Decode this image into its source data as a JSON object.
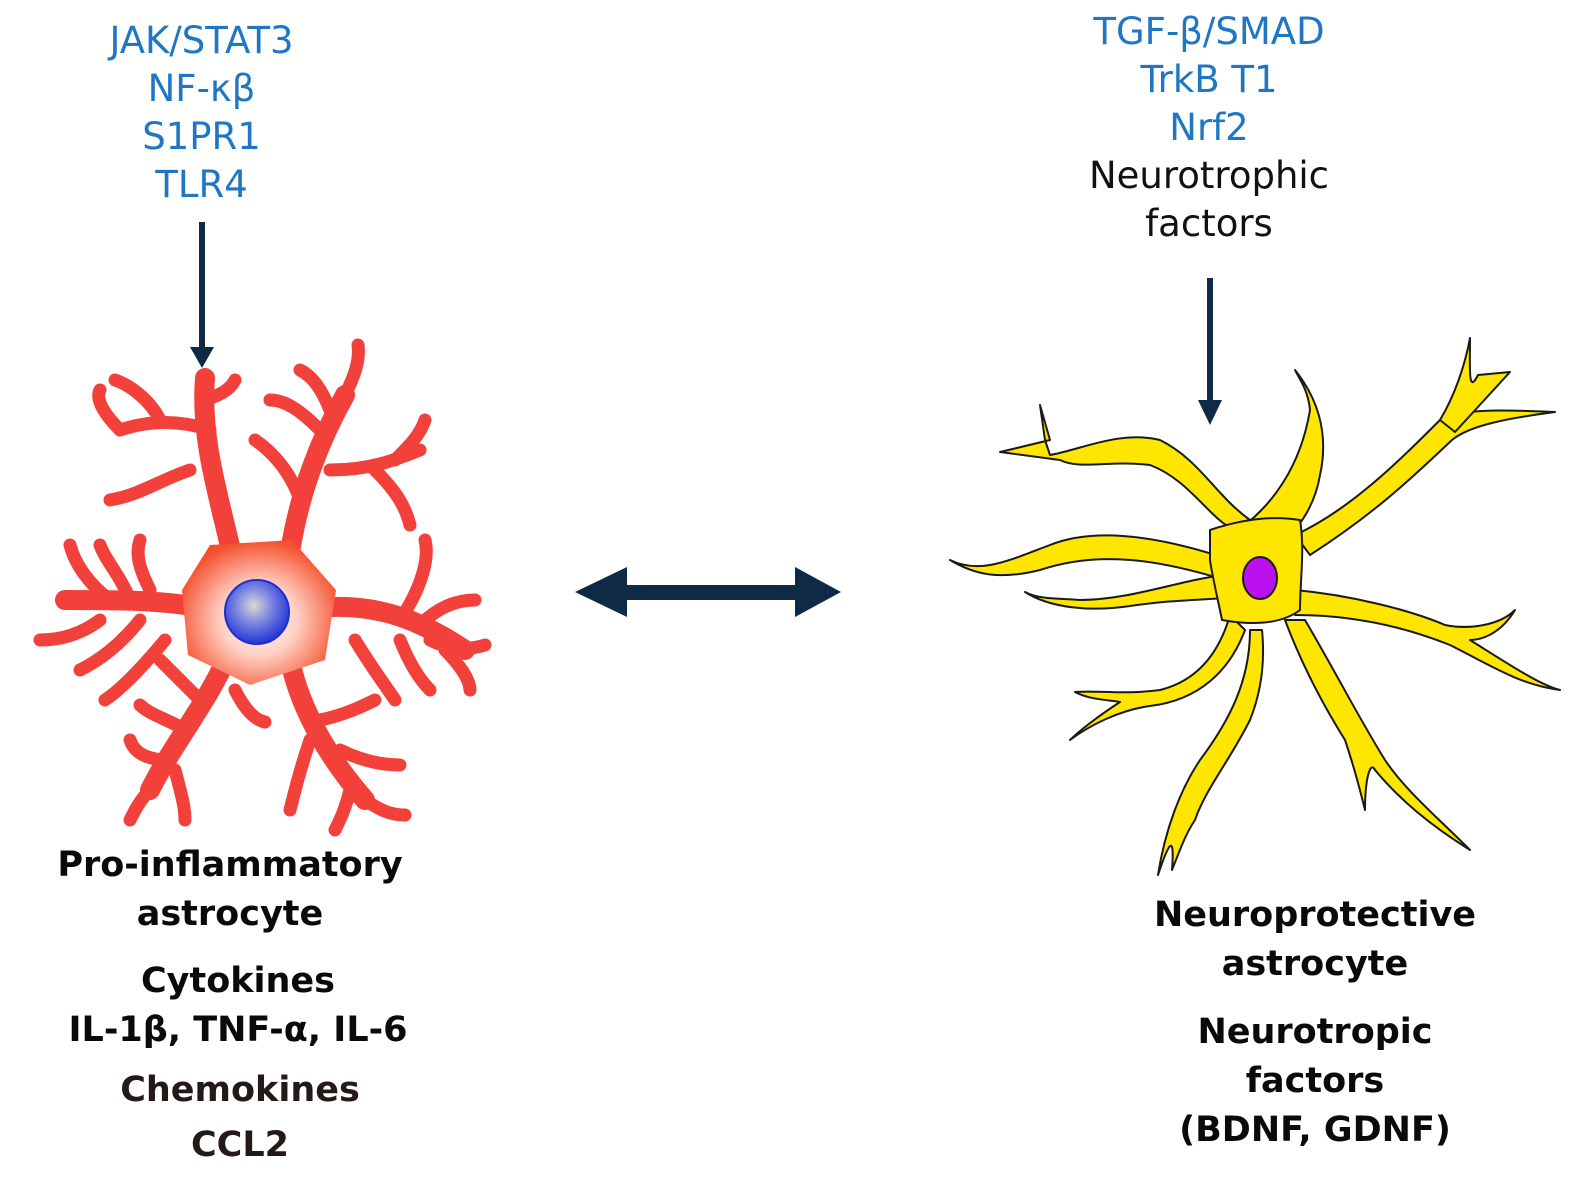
{
  "left": {
    "signaling": [
      "JAK/STAT3",
      "NF-κβ",
      "S1PR1",
      "TLR4"
    ],
    "cell_label": [
      "Pro-inflammatory",
      "astrocyte"
    ],
    "cytokines_heading": "Cytokines",
    "cytokines_list": "IL-1β, TNF-α, IL-6",
    "chemokines_heading": "Chemokines",
    "chemokines_list": "CCL2"
  },
  "right": {
    "signaling": [
      "TGF-β/SMAD",
      "TrkB T1",
      "Nrf2"
    ],
    "signaling_black": [
      "Neurotrophic",
      "factors"
    ],
    "cell_label": [
      "Neuroprotective",
      "astrocyte"
    ],
    "factors_heading": [
      "Neurotropic",
      "factors"
    ],
    "factors_list": "(BDNF, GDNF)"
  },
  "colors": {
    "pathway_text": "#1f77c4",
    "arrow": "#0f2a44",
    "proinflammatory_cell": "#f2403a",
    "proinflammatory_nucleus": "#2f3fd8",
    "neuroprotective_cell": "#ffe600",
    "neuroprotective_nucleus": "#bb11ee"
  }
}
